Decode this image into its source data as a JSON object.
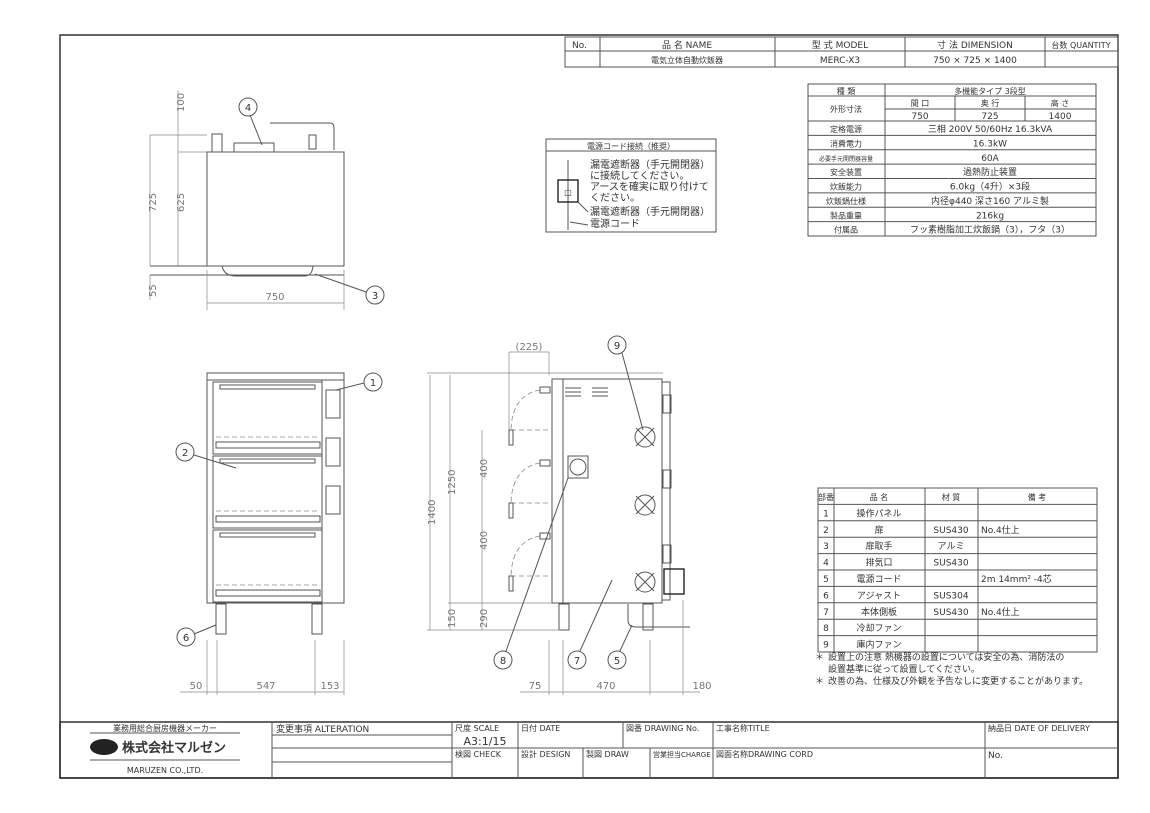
{
  "header": {
    "no_label": "No.",
    "name_label": "品 名 NAME",
    "model_label": "型 式 MODEL",
    "dimension_label": "寸 法 DIMENSION",
    "quantity_label": "台数 QUANTITY",
    "name": "電気立体自動炊飯器",
    "model": "MERC-X3",
    "dimension": "750 × 725 × 1400",
    "quantity": ""
  },
  "specs": {
    "type_label": "種 類",
    "type": "多機能タイプ 3段型",
    "outer_label": "外形寸法",
    "width_label": "間 口",
    "depth_label": "奥 行",
    "height_label": "高 さ",
    "width": "750",
    "depth": "725",
    "height": "1400",
    "rows": [
      {
        "label": "定格電源",
        "value": "三相 200V 50/60Hz 16.3kVA"
      },
      {
        "label": "消費電力",
        "value": "16.3kW"
      },
      {
        "label": "必要手元開閉器容量",
        "value": "60A"
      },
      {
        "label": "安全装置",
        "value": "過熱防止装置"
      },
      {
        "label": "炊飯能力",
        "value": "6.0kg（4升）×3段"
      },
      {
        "label": "炊飯鍋仕様",
        "value": "内径φ440 深さ160 アルミ製"
      },
      {
        "label": "製品重量",
        "value": "216kg"
      },
      {
        "label": "付属品",
        "value": "フッ素樹脂加工炊飯鍋（3），フタ（3）"
      }
    ]
  },
  "cord_note": {
    "title": "電源コード接続（推奨）",
    "text1": "漏電遮断器（手元開閉器）",
    "text2": "に接続してください。",
    "text3": "アースを確実に取り付けて",
    "text4": "ください。",
    "label_breaker": "漏電遮断器（手元開閉器）",
    "label_cord": "電源コード",
    "breaker_mark": "□"
  },
  "parts": {
    "headers": [
      "部番",
      "品 名",
      "材 質",
      "備 考"
    ],
    "rows": [
      [
        "1",
        "操作パネル",
        "",
        ""
      ],
      [
        "2",
        "扉",
        "SUS430",
        "No.4仕上"
      ],
      [
        "3",
        "扉取手",
        "アルミ",
        ""
      ],
      [
        "4",
        "排気口",
        "SUS430",
        ""
      ],
      [
        "5",
        "電源コード",
        "",
        "2m 14mm² -4芯"
      ],
      [
        "6",
        "アジャスト",
        "SUS304",
        ""
      ],
      [
        "7",
        "本体側板",
        "SUS430",
        "No.4仕上"
      ],
      [
        "8",
        "冷却ファン",
        "",
        ""
      ],
      [
        "9",
        "庫内ファン",
        "",
        ""
      ]
    ]
  },
  "notes": {
    "bullet": "＊",
    "n1a": "設置上の注意 熱機器の設置については安全の為、消防法の",
    "n1b": "設置基準に従って設置してください。",
    "n2": "改善の為、仕様及び外観を予告なしに変更することがあります。"
  },
  "top_view": {
    "d100": "100",
    "d725": "725",
    "d625": "625",
    "d55": "55",
    "d750": "750",
    "b4": "4",
    "b3": "3"
  },
  "front_view": {
    "d50": "50",
    "d547": "547",
    "d153": "153",
    "b1": "1",
    "b2": "2",
    "b6": "6"
  },
  "side_view": {
    "d225": "(225)",
    "d1400": "1400",
    "d1250": "1250",
    "d400a": "400",
    "d400b": "400",
    "d290": "290",
    "d150": "150",
    "d75": "75",
    "d470": "470",
    "d180": "180",
    "b9": "9",
    "b8": "8",
    "b7": "7",
    "b5": "5"
  },
  "title_block": {
    "maker_tagline": "業務用総合厨房機器メーカー",
    "company_jp": "株式会社マルゼン",
    "company_en": "MARUZEN CO.,LTD.",
    "alteration": "変更事項 ALTERATION",
    "scale_label": "尺度 SCALE",
    "scale": "A3:1/15",
    "check": "検図 CHECK",
    "date": "日付 DATE",
    "design": "設計 DESIGN",
    "drawing_no": "図番 DRAWING No.",
    "draw": "製図 DRAW",
    "charge": "営業担当CHARGE",
    "title": "工事名称TITLE",
    "drawing_cord": "図面名称DRAWING CORD",
    "delivery": "納品日 DATE OF DELIVERY",
    "no": "No."
  }
}
